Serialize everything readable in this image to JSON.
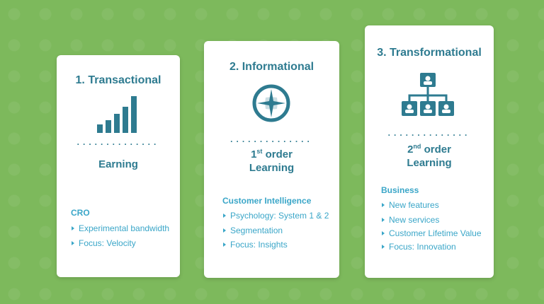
{
  "colors": {
    "background": "#7db95c",
    "title": "#2e7b90",
    "list": "#3aa6c8"
  },
  "cards": [
    {
      "title": "1. Transactional",
      "icon": "bar-chart-icon",
      "dots": "..............",
      "outcome": "Earning",
      "heading": "CRO",
      "items": [
        "Experimental bandwidth",
        "Focus: Velocity"
      ]
    },
    {
      "title": "2. Informational",
      "icon": "compass-icon",
      "dots": "..............",
      "outcome_num": "1",
      "outcome_sup": "st",
      "outcome_line1": " order",
      "outcome_line2": "Learning",
      "heading": "Customer Intelligence",
      "items": [
        "Psychology: System 1 & 2",
        "Segmentation",
        "Focus: Insights"
      ]
    },
    {
      "title": "3. Transformational",
      "icon": "org-chart-icon",
      "dots": "..............",
      "outcome_num": "2",
      "outcome_sup": "nd",
      "outcome_line1": " order",
      "outcome_line2": "Learning",
      "heading": "Business",
      "items": [
        "New features",
        "New services",
        "Customer Lifetime Value",
        "Focus: Innovation"
      ]
    }
  ]
}
